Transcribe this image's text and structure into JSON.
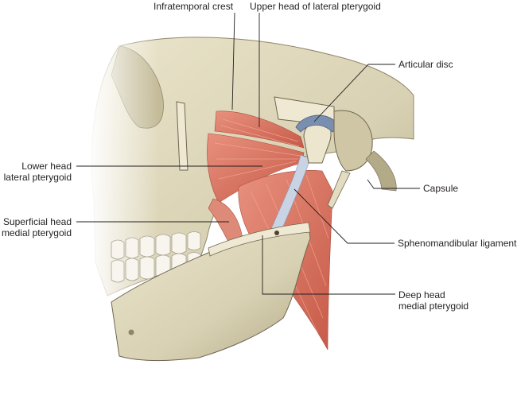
{
  "labels": {
    "infratemporal_crest": "Infratemporal crest",
    "upper_head_lateral_pterygoid": "Upper head of lateral pterygoid",
    "articular_disc": "Articular disc",
    "lower_head_lateral_pterygoid": "Lower head\nlateral pterygoid",
    "capsule": "Capsule",
    "superficial_head_medial_pterygoid": "Superficial head\nmedial pterygoid",
    "sphenomandibular_ligament": "Sphenomandibular ligament",
    "deep_head_medial_pterygoid": "Deep head\nmedial pterygoid"
  },
  "colors": {
    "bone": "#d8d1b3",
    "bone_shadow": "#b3aa88",
    "muscle": "#d9705e",
    "muscle_fiber": "#f2a894",
    "ligament": "#c9d3e3",
    "disc": "#7a8fb0",
    "leader_line": "#231f20",
    "label_text": "#231f20"
  }
}
